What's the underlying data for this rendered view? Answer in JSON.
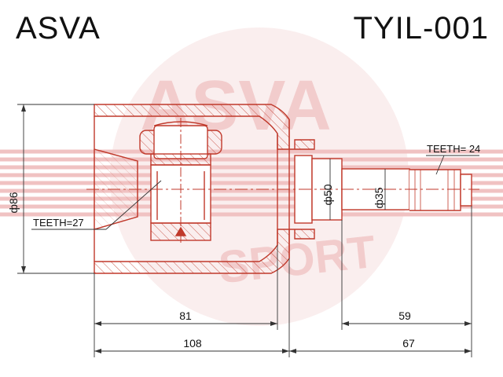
{
  "header": {
    "brand": "ASVA",
    "part_number": "TYIL-001"
  },
  "watermark": {
    "line1": "ASVA",
    "line2": "SPORT",
    "color": "#e9a8a8"
  },
  "drawing": {
    "outer_diameter_label": "ф86",
    "flange_diameter_label": "ф50",
    "shaft_diameter_label": "ф35",
    "inner_teeth_label": "TEETH=27",
    "outer_teeth_label": "TEETH= 24",
    "dim_81": "81",
    "dim_108": "108",
    "dim_59": "59",
    "dim_67": "67",
    "line_color": "#c0392b"
  }
}
